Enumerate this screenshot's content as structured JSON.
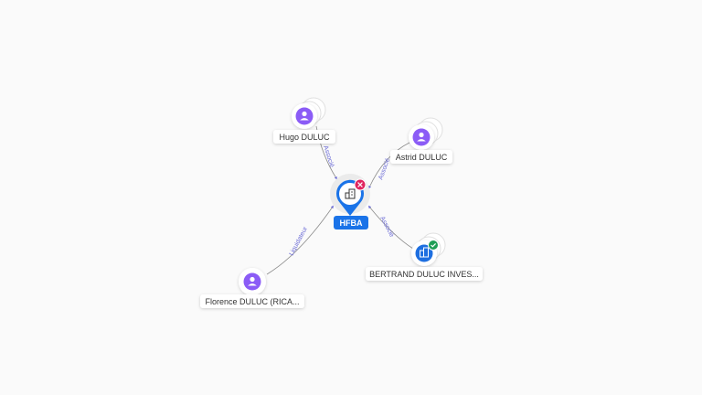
{
  "colors": {
    "person": "#8b5cf6",
    "company": "#1e6fe0",
    "center": "#1a73e8",
    "edge": "#8c8c8c",
    "edge_label": "#6b6bd6",
    "badge_error": "#e0245e",
    "badge_ok": "#1f9d55"
  },
  "center": {
    "label": "HFBA",
    "icon": "building-icon",
    "badge": "close-icon"
  },
  "nodes": [
    {
      "id": "hugo",
      "label": "Hugo DULUC",
      "kind": "person",
      "icon": "person-icon",
      "stacked": true,
      "edge_label": "Associé",
      "badge": ""
    },
    {
      "id": "astrid",
      "label": "Astrid DULUC",
      "kind": "person",
      "icon": "person-icon",
      "stacked": true,
      "edge_label": "Associé",
      "badge": ""
    },
    {
      "id": "bertrand",
      "label": "BERTRAND DULUC INVES...",
      "kind": "company",
      "icon": "building-icon",
      "stacked": true,
      "edge_label": "Associé",
      "badge": "check-icon"
    },
    {
      "id": "florence",
      "label": "Florence DULUC (RICA...",
      "kind": "person",
      "icon": "person-icon",
      "stacked": false,
      "edge_label": "Liquidateur",
      "badge": ""
    }
  ]
}
